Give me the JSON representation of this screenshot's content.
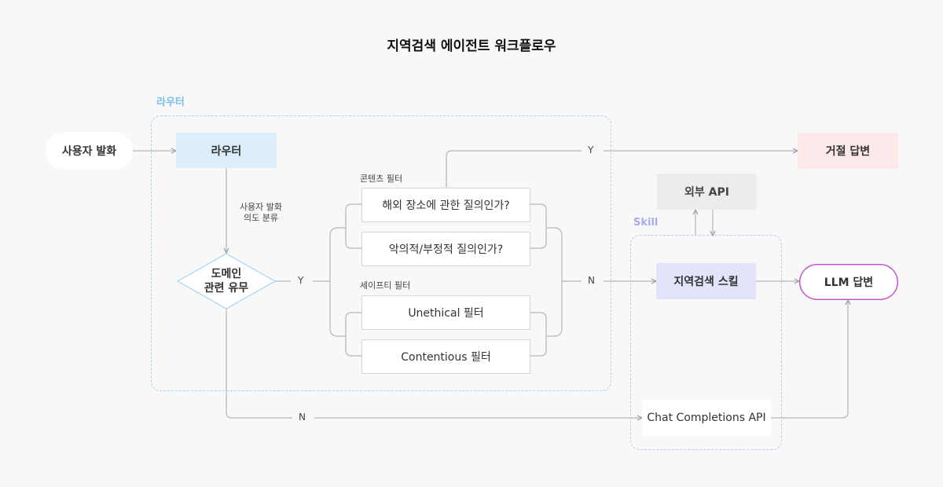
{
  "title": "지역검색 에이전트 워크플로우",
  "groups": {
    "router_label": "라우터",
    "skill_label": "Skill"
  },
  "nodes": {
    "user_utterance": "사용자 발화",
    "router": "라우터",
    "domain_check_line1": "도메인",
    "domain_check_line2": "관련 유무",
    "reject_answer": "거절 답변",
    "external_api": "외부 API",
    "local_search_skill": "지역검색 스킬",
    "llm_answer": "LLM 답변",
    "chat_completions": "Chat Completions API"
  },
  "filters": {
    "content_label": "콘텐츠 필터",
    "content_items": [
      "해외 장소에 관한 질의인가?",
      "악의적/부정적 질의인가?"
    ],
    "safety_label": "세이프티 필터",
    "safety_items": [
      "Unethical 필터",
      "Contentious 필터"
    ]
  },
  "notes": {
    "intent_line1": "사용자 발화",
    "intent_line2": "의도 분류"
  },
  "edge_labels": {
    "y_top": "Y",
    "y_mid": "Y",
    "n_mid": "N",
    "n_bottom": "N"
  },
  "colors": {
    "router_fill": "#dcedfb",
    "reject_fill": "#fde9e9",
    "skill_fill": "#e2e4fb",
    "llm_border": "#d14ac9",
    "router_group": "#a9d3f3",
    "skill_group": "#c2c5f2"
  }
}
